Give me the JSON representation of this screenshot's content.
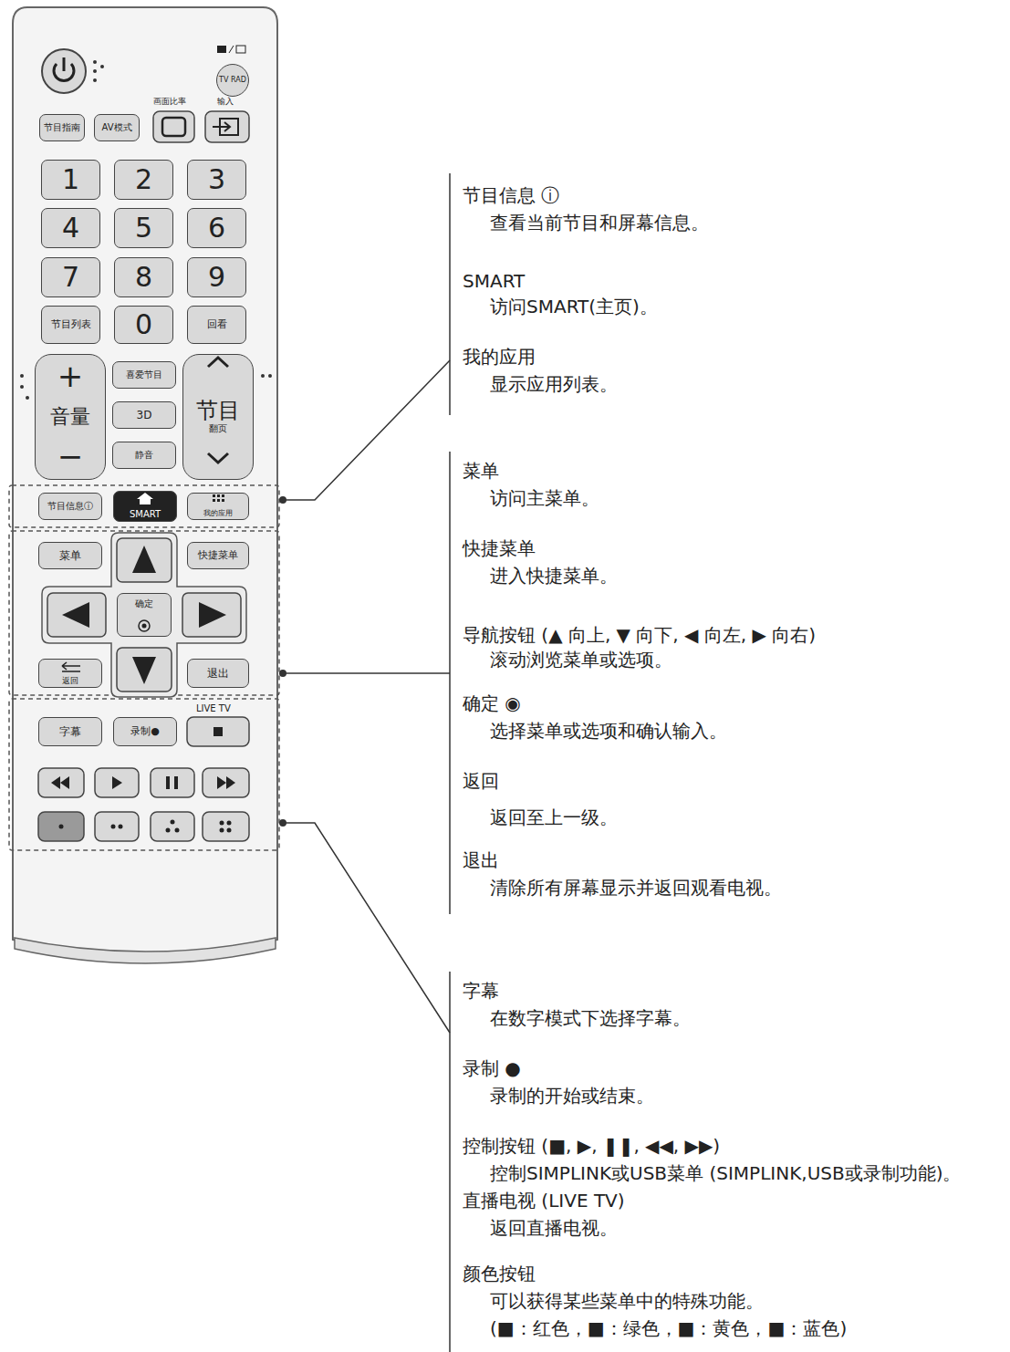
{
  "diagram": {
    "nodes": [
      {
        "text": [
          "TV RAD"
        ]
      },
      {
        "text": [
          "节目指南"
        ]
      },
      {
        "text": [
          "AV模式"
        ]
      },
      {
        "text": [
          "1"
        ]
      },
      {
        "text": [
          "2"
        ]
      },
      {
        "text": [
          "3"
        ]
      },
      {
        "text": [
          "4"
        ]
      },
      {
        "text": [
          "5"
        ]
      },
      {
        "text": [
          "6"
        ]
      },
      {
        "text": [
          "7"
        ]
      },
      {
        "text": [
          "8"
        ]
      },
      {
        "text": [
          "9"
        ]
      },
      {
        "text": [
          "节目列表"
        ]
      },
      {
        "text": [
          "0"
        ]
      },
      {
        "text": [
          "回看"
        ]
      },
      {
        "text": [
          "+",
          "音量",
          "−"
        ]
      },
      {
        "text": [
          "喜爱节目"
        ]
      },
      {
        "text": [
          "3D"
        ]
      },
      {
        "text": [
          "静音"
        ]
      },
      {
        "text": [
          "节目",
          "翻页"
        ]
      },
      {
        "text": [
          "节目信息ⓘ"
        ]
      },
      {
        "text": [
          "SMART"
        ]
      },
      {
        "text": [
          "我的应用"
        ]
      },
      {
        "text": [
          "菜单"
        ]
      },
      {
        "text": [
          "快捷菜单"
        ]
      },
      {
        "text": [
          "确定"
        ]
      },
      {
        "text": [
          "返回"
        ]
      },
      {
        "text": [
          "退出"
        ]
      },
      {
        "text": [
          "字幕"
        ]
      },
      {
        "text": [
          "录制●"
        ]
      }
    ],
    "labels": [
      "画面比率",
      "输入",
      "LIVE TV",
      "节目信息 ⓘ",
      "查看当前节目和屏幕信息。",
      "SMART",
      "访问SMART(主页)。",
      "我的应用",
      "显示应用列表。",
      "菜单",
      "访问主菜单。",
      "快捷菜单",
      "进入快捷菜单。",
      "导航按钮 (▲ 向上, ▼ 向下, ◀ 向左, ▶ 向右)",
      "滚动浏览菜单或选项。",
      "确定 ◉",
      "选择菜单或选项和确认输入。",
      "返回",
      "返回至上一级。",
      "退出",
      "清除所有屏幕显示并返回观看电视。",
      "字幕",
      "在数字模式下选择字幕。",
      "录制 ●",
      "录制的开始或结束。",
      "控制按钮 (■, ▶, ❚❚, ◀◀, ▶▶)",
      "控制SIMPLINK或USB菜单 (SIMPLINK,USB或录制功能)。",
      "直播电视 (LIVE TV)",
      "返回直播电视。",
      "颜色按钮",
      "可以获得某些菜单中的特殊功能。",
      "(■：红色，■：绿色，■：黄色，■：蓝色)"
    ]
  }
}
